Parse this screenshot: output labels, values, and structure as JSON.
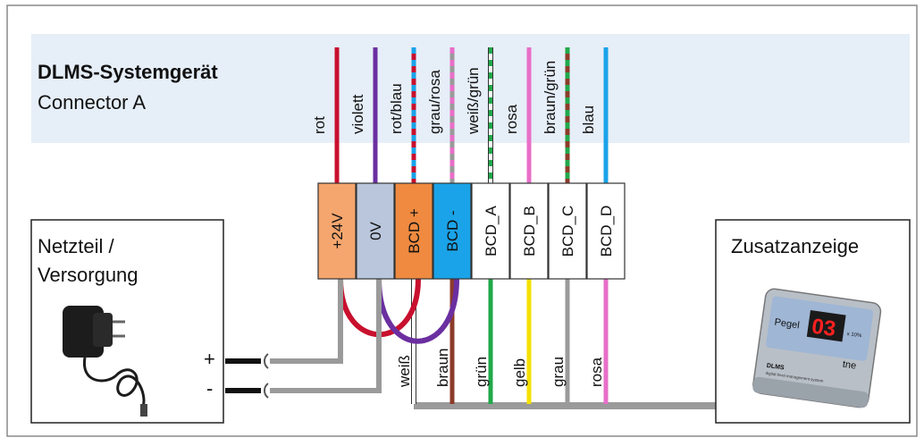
{
  "title": "DLMS-Systemgerät",
  "subtitle": "Connector A",
  "colors": {
    "header_band": "#e6eef8",
    "rot": "#c8102e",
    "violett": "#6b2fa0",
    "blau": "#1aa3e8",
    "grau": "#9a9a9a",
    "rosa": "#e86fc8",
    "gruen": "#21a84a",
    "braun": "#8c3b2a",
    "gelb": "#f3e100",
    "weiss": "#ffffff",
    "terminal_24v": "#f5a66e",
    "terminal_0v": "#b9c6dc",
    "terminal_bcd_plus": "#ef8a40",
    "terminal_bcd_minus": "#1aa3e8"
  },
  "top_wires": [
    "rot",
    "violett",
    "rot/blau",
    "grau/rosa",
    "weiß/grün",
    "rosa",
    "braun/grün",
    "blau"
  ],
  "terminals": [
    "+24V",
    "0V",
    "BCD +",
    "BCD -",
    "BCD_A",
    "BCD_B",
    "BCD_C",
    "BCD_D"
  ],
  "bottom_wires": [
    "weiß",
    "braun",
    "grün",
    "gelb",
    "grau",
    "rosa"
  ],
  "power_supply": {
    "title_line1": "Netzteil /",
    "title_line2": "Versorgung",
    "icon": "power-adapter-icon"
  },
  "polarity": {
    "plus": "+",
    "minus": "-"
  },
  "display": {
    "title": "Zusatzanzeige",
    "icon": "display-unit-icon",
    "label_pegel": "Pegel",
    "value": "03",
    "unit": "x 10%",
    "brand": "tne",
    "model": "DLMS",
    "tagline": "digital level management system"
  }
}
